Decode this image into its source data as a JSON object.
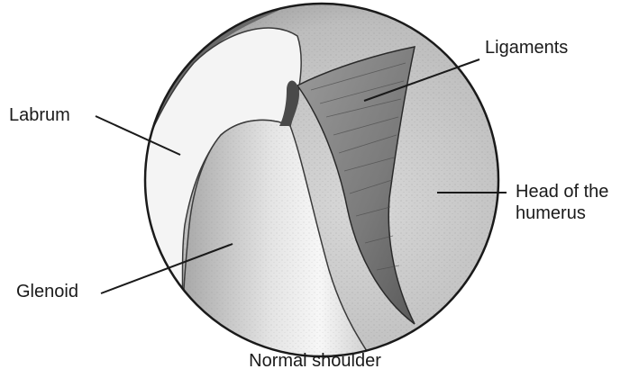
{
  "labels": {
    "labrum": "Labrum",
    "ligaments": "Ligaments",
    "head_line1": "Head of the",
    "head_line2": "humerus",
    "glenoid": "Glenoid"
  },
  "caption": "Normal shoulder",
  "colors": {
    "background": "#ffffff",
    "outline": "#1a1a1a",
    "shading_dark": "#555555",
    "shading_light": "#f2f2f2"
  }
}
